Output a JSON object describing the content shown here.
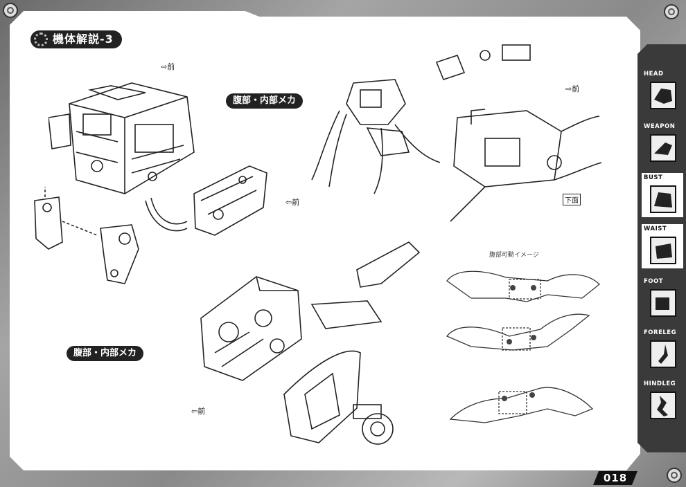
{
  "page": {
    "section_title": "機体解説-3",
    "label_upper": "腹部・内部メカ",
    "label_lower": "腹部・内部メカ",
    "caption_range": "腹部可動イメージ",
    "note_front_1": "前",
    "note_front_2": "前",
    "note_front_3": "前",
    "note_front_4": "前",
    "note_bottom_view": "下面",
    "page_number": "018"
  },
  "tabs": [
    {
      "label": "HEAD",
      "active": false,
      "icon": "beast-head-icon"
    },
    {
      "label": "WEAPON",
      "active": false,
      "icon": "weapon-icon"
    },
    {
      "label": "BUST",
      "active": true,
      "icon": "bust-icon"
    },
    {
      "label": "WAIST",
      "active": true,
      "icon": "waist-icon"
    },
    {
      "label": "FOOT",
      "active": false,
      "icon": "foot-icon"
    },
    {
      "label": "FORELEG",
      "active": false,
      "icon": "foreleg-icon"
    },
    {
      "label": "HINDLEG",
      "active": false,
      "icon": "hindleg-icon"
    }
  ]
}
